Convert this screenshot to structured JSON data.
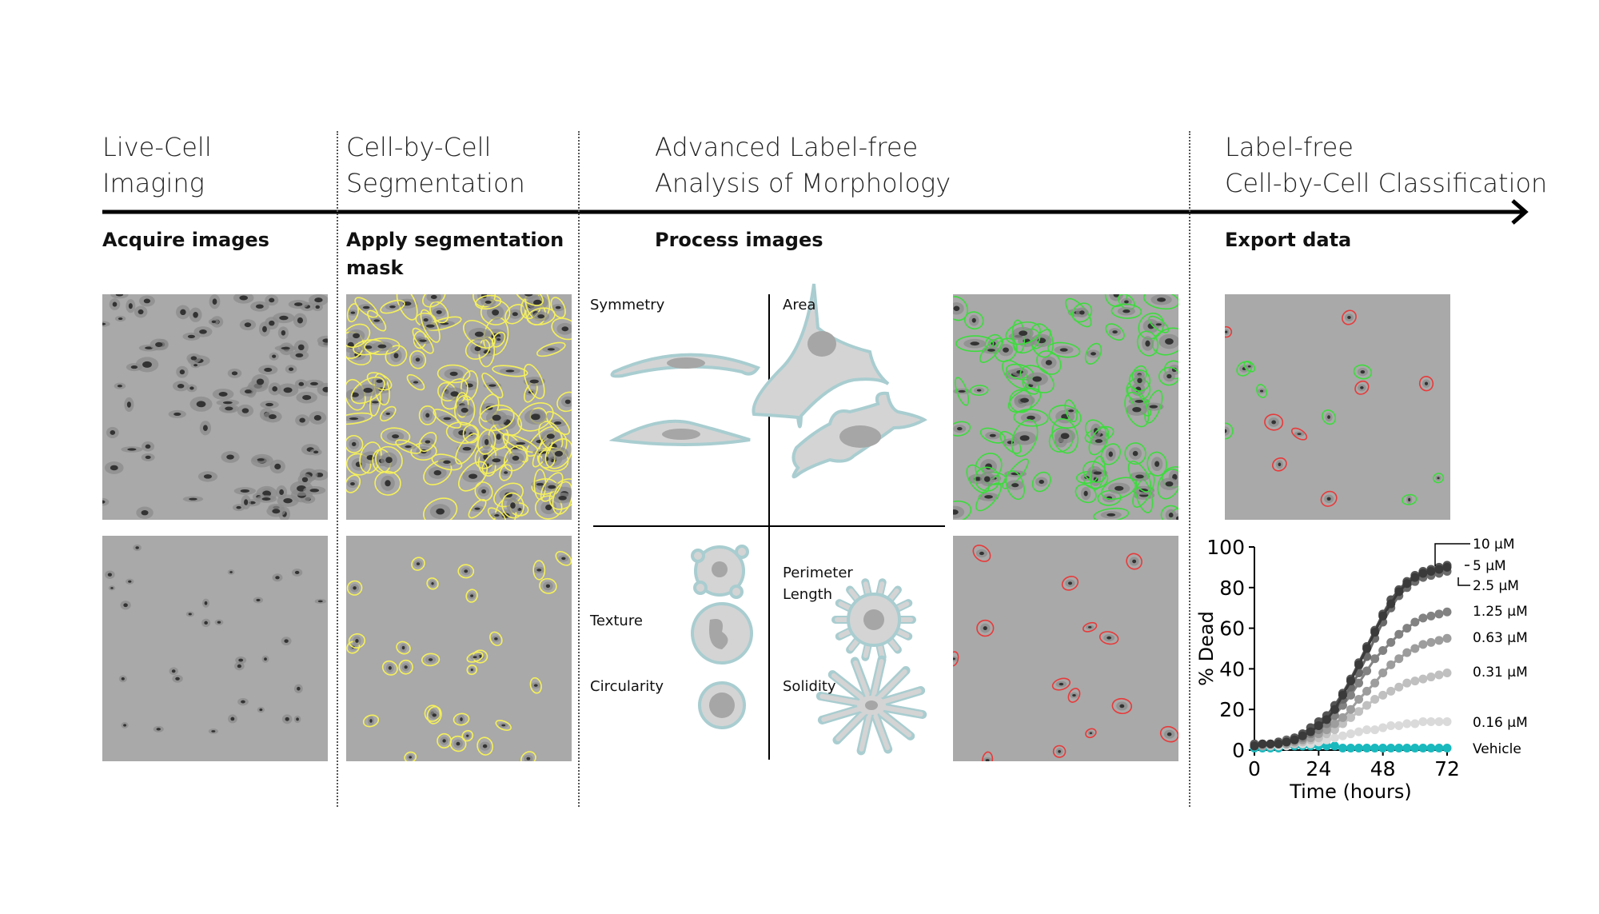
{
  "stages": [
    {
      "title_line1": "Live-Cell",
      "title_line2": "Imaging",
      "step": "Acquire images"
    },
    {
      "title_line1": "Cell-by-Cell",
      "title_line2": "Segmentation",
      "step": "Apply segmentation",
      "step_line2": "mask"
    },
    {
      "title_line1": "Advanced Label-free",
      "title_line2": "Analysis of Morphology",
      "step": "Process images"
    },
    {
      "title_line1": "Label-free",
      "title_line2": "Cell-by-Cell Classification",
      "step": "Export data"
    }
  ],
  "morphology_labels": {
    "symmetry": "Symmetry",
    "area": "Area",
    "texture": "Texture",
    "circularity": "Circularity",
    "perimeter_line1": "Perimeter",
    "perimeter_line2": "Length",
    "solidity": "Solidity"
  },
  "colors": {
    "segmentation_mask": "#f5f05a",
    "live_mask": "#3ddc3d",
    "dead_mask": "#e83a3a",
    "cell_fill": "#d4d4d4",
    "cell_outline": "#a9cdd0",
    "nucleus": "#a6a6a6"
  },
  "chart_data": {
    "type": "line",
    "xlabel": "Time (hours)",
    "ylabel": "% Dead",
    "xlim": [
      0,
      72
    ],
    "ylim": [
      0,
      100
    ],
    "xticks": [
      0,
      24,
      48,
      72
    ],
    "yticks": [
      0,
      20,
      40,
      60,
      80,
      100
    ],
    "grid": false,
    "legend": "right, inline labels",
    "x": [
      0,
      3,
      6,
      9,
      12,
      15,
      18,
      21,
      24,
      27,
      30,
      33,
      36,
      39,
      42,
      45,
      48,
      51,
      54,
      57,
      60,
      63,
      66,
      69,
      72
    ],
    "series": [
      {
        "name": "10 µM",
        "color": "#3a3a3a",
        "values": [
          2,
          3,
          3,
          3,
          4,
          5,
          7,
          9,
          12,
          15,
          20,
          27,
          34,
          42,
          50,
          58,
          66,
          72,
          78,
          82,
          85,
          87,
          88,
          89,
          90
        ]
      },
      {
        "name": "5 µM",
        "color": "#555555",
        "values": [
          3,
          3,
          3,
          4,
          4,
          6,
          8,
          11,
          14,
          17,
          22,
          28,
          35,
          43,
          51,
          59,
          67,
          74,
          79,
          83,
          86,
          88,
          89,
          90,
          91
        ]
      },
      {
        "name": "2.5 µM",
        "color": "#6b6b6b",
        "values": [
          3,
          3,
          3,
          4,
          5,
          6,
          8,
          11,
          13,
          16,
          20,
          25,
          31,
          38,
          46,
          55,
          63,
          70,
          76,
          80,
          83,
          85,
          86,
          87,
          88
        ]
      },
      {
        "name": "1.25 µM",
        "color": "#828282",
        "values": [
          2,
          3,
          3,
          3,
          4,
          5,
          6,
          8,
          10,
          13,
          17,
          22,
          27,
          33,
          39,
          45,
          49,
          53,
          57,
          60,
          63,
          65,
          66,
          67,
          68
        ]
      },
      {
        "name": "0.63 µM",
        "color": "#9d9d9d",
        "values": [
          2,
          2,
          3,
          3,
          3,
          4,
          5,
          6,
          8,
          10,
          13,
          16,
          20,
          25,
          29,
          33,
          38,
          42,
          45,
          48,
          50,
          52,
          53,
          54,
          55
        ]
      },
      {
        "name": "0.31 µM",
        "color": "#c0c0c0",
        "values": [
          2,
          2,
          2,
          3,
          3,
          3,
          4,
          5,
          6,
          8,
          10,
          13,
          16,
          19,
          22,
          25,
          27,
          29,
          31,
          33,
          34,
          35,
          36,
          37,
          38
        ]
      },
      {
        "name": "0.16 µM",
        "color": "#dadada",
        "values": [
          2,
          2,
          2,
          2,
          2,
          3,
          3,
          3,
          4,
          5,
          6,
          7,
          8,
          9,
          10,
          10,
          11,
          12,
          12,
          13,
          13,
          14,
          14,
          14,
          14
        ]
      },
      {
        "name": "Vehicle",
        "color": "#19b9be",
        "values": [
          1,
          1,
          1,
          1,
          2,
          2,
          2,
          2,
          2,
          2,
          2,
          1,
          1,
          1,
          1,
          1,
          1,
          1,
          1,
          1,
          1,
          1,
          1,
          1,
          1
        ]
      }
    ]
  }
}
